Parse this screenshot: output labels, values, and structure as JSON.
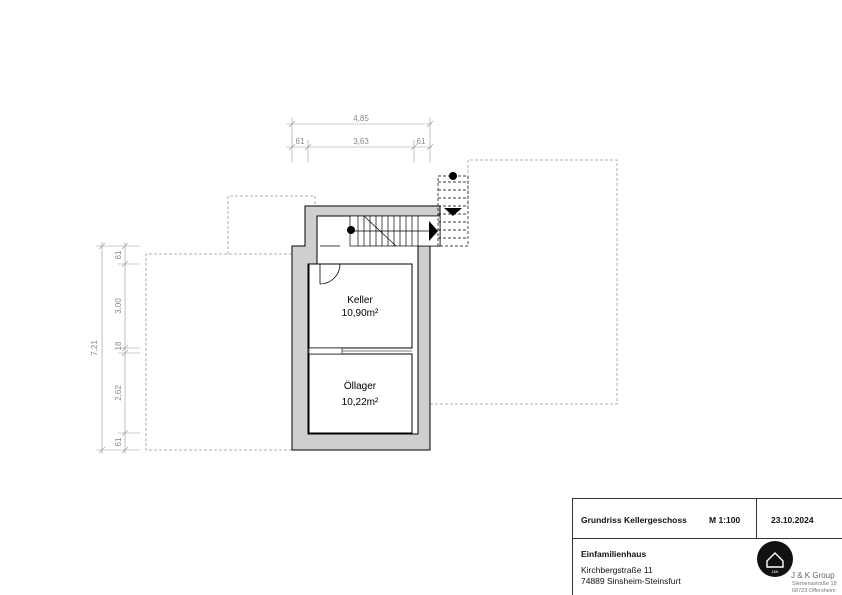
{
  "dimensions": {
    "top_total": "4,85",
    "top_left": "61",
    "top_middle": "3,63",
    "top_right": "61",
    "left_total": "7,21",
    "left_seg1": "61",
    "left_seg2": "3,00",
    "left_seg3": "18",
    "left_seg4": "2,62",
    "left_seg5": "61"
  },
  "rooms": [
    {
      "name": "Keller",
      "area": "10,90m²"
    },
    {
      "name": "Öllager",
      "area": "10,22m²"
    }
  ],
  "title_block": {
    "drawing_title": "Grundriss Kellergeschoss",
    "scale": "M 1:100",
    "date": "23.10.2024",
    "project": "Einfamilienhaus",
    "street": "Kirchbergstraße 11",
    "city": "74889 Sinsheim-Steinsfurt",
    "company": "J & K Group",
    "company_street": "Siemensstraße 18",
    "company_city": "68723 Offersheim",
    "logo_text": "J&K"
  },
  "colors": {
    "wall": "#cfcfcf",
    "line": "#000000",
    "dimension": "#888888",
    "dashed_outline": "#999999"
  }
}
